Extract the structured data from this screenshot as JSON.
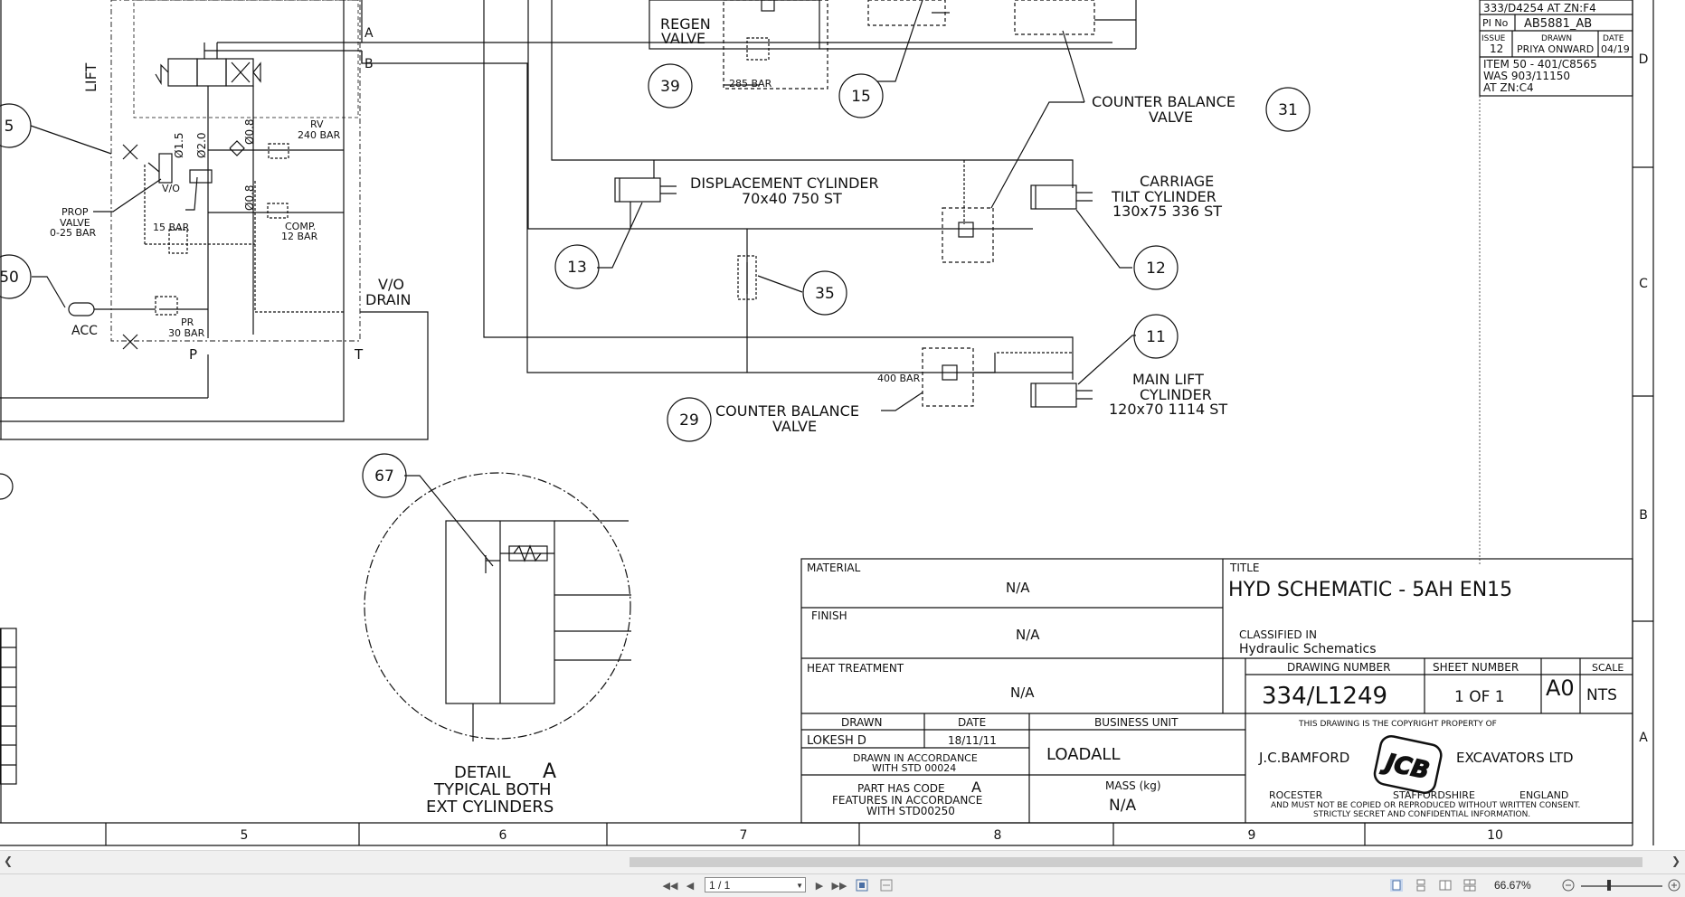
{
  "revision": {
    "ref_line": "333/D4254 AT ZN:F4",
    "pi_label": "PI No",
    "pi_value": "AB5881_AB",
    "issue_label": "ISSUE",
    "issue_value": "12",
    "drawn_label": "DRAWN",
    "drawn_value": "PRIYA ONWARD",
    "date_label": "DATE",
    "date_value": "04/19",
    "note_1": "ITEM 50 - 401/C8565",
    "note_2": "WAS 903/11150",
    "note_3": "AT ZN:C4"
  },
  "zones": {
    "d": "D",
    "c": "C",
    "b": "B",
    "a": "A"
  },
  "columns": [
    "5",
    "6",
    "7",
    "8",
    "9",
    "10"
  ],
  "schematic": {
    "lift": "LIFT",
    "port_a": "A",
    "port_b": "B",
    "port_p": "P",
    "port_t": "T",
    "orifice_15": "Ø1.5",
    "orifice_20": "Ø2.0",
    "orifice_08a": "Ø0.8",
    "orifice_08b": "Ø0.8",
    "rv_1": "RV",
    "rv_2": "240 BAR",
    "prop_1": "PROP",
    "prop_2": "VALVE",
    "prop_3": "0-25 BAR",
    "vo_1": "V/O",
    "vo_2": "15 BAR",
    "comp_1": "COMP.",
    "comp_2": "12 BAR",
    "pr_1": "PR",
    "pr_2": "30 BAR",
    "acc": "ACC",
    "vo_drain_1": "V/O",
    "vo_drain_2": "DRAIN",
    "regen_1": "REGEN",
    "regen_2": "VALVE",
    "bar285": "285 BAR",
    "cbv_top_1": "COUNTER BALANCE",
    "cbv_top_2": "VALVE",
    "disp_1": "DISPLACEMENT CYLINDER",
    "disp_2": "70x40 750 ST",
    "carriage_1": "CARRIAGE",
    "carriage_2": "TILT CYLINDER",
    "carriage_3": "130x75 336 ST",
    "main_1": "MAIN LIFT",
    "main_2": "CYLINDER",
    "main_3": "120x70 1114 ST",
    "bar400": "400 BAR",
    "cbv_bot_1": "COUNTER BALANCE",
    "cbv_bot_2": "VALVE",
    "detail_1": "DETAIL",
    "detail_letter": "A",
    "detail_2": "TYPICAL BOTH",
    "detail_3": "EXT CYLINDERS"
  },
  "balloons": {
    "b5": "5",
    "b50": "50",
    "b39": "39",
    "b15": "15",
    "b31": "31",
    "b13": "13",
    "b35": "35",
    "b12": "12",
    "b11": "11",
    "b29": "29",
    "b67": "67"
  },
  "title_block": {
    "material_label": "MATERIAL",
    "material_value": "N/A",
    "finish_label": "FINISH",
    "finish_value": "N/A",
    "heat_label": "HEAT TREATMENT",
    "heat_value": "N/A",
    "title_label": "TITLE",
    "title_value": "HYD SCHEMATIC - 5AH EN15",
    "classified_label": "CLASSIFIED IN",
    "classified_value": "Hydraulic Schematics",
    "drawing_number_label": "DRAWING NUMBER",
    "drawing_number_value": "334/L1249",
    "sheet_label": "SHEET NUMBER",
    "sheet_value": "1 OF 1",
    "size_value": "A0",
    "scale_label": "SCALE",
    "scale_value": "NTS",
    "drawn_label": "DRAWN",
    "drawn_value": "LOKESH D",
    "date_label": "DATE",
    "date_value": "18/11/11",
    "unit_label": "BUSINESS UNIT",
    "unit_value": "LOADALL",
    "std_1": "DRAWN IN ACCORDANCE",
    "std_2": "WITH STD 00024",
    "code_1": "PART HAS CODE",
    "code_letter": "A",
    "code_2": "FEATURES IN ACCORDANCE",
    "code_3": "WITH STD00250",
    "mass_label": "MASS (kg)",
    "mass_value": "N/A",
    "copyright_1": "THIS DRAWING IS THE COPYRIGHT PROPERTY OF",
    "company_left": "J.C.BAMFORD",
    "logo_text": "JCB",
    "company_right": "EXCAVATORS LTD",
    "addr_1": "ROCESTER",
    "addr_2": "STAFFORDSHIRE",
    "addr_3": "ENGLAND",
    "copyright_2": "AND MUST NOT BE COPIED OR REPRODUCED WITHOUT WRITTEN CONSENT.",
    "copyright_3": "STRICTLY SECRET AND CONFIDENTIAL INFORMATION."
  },
  "viewer": {
    "page_value": "1 / 1",
    "zoom_value": "66.67%"
  }
}
